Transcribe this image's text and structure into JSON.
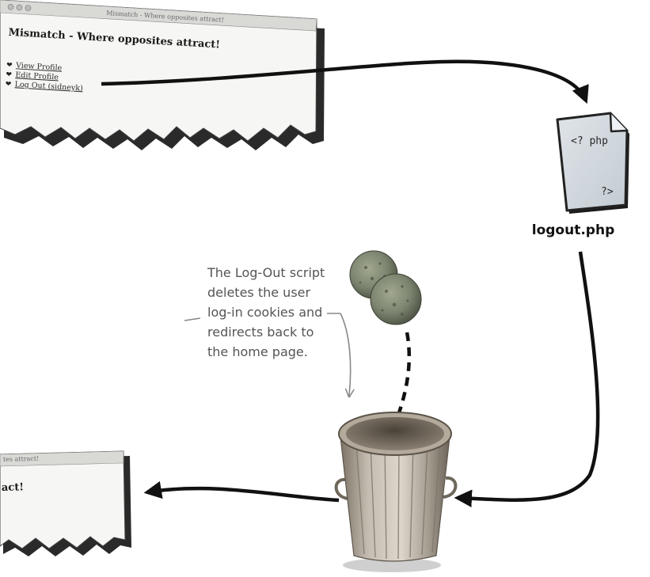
{
  "top_browser": {
    "title": "Mismatch - Where opposites attract!",
    "heading": "Mismatch - Where opposites attract!",
    "links": [
      "View Profile",
      "Edit Profile",
      "Log Out (sidneyk)"
    ]
  },
  "bottom_browser": {
    "title": "tes attract!",
    "heading": "act!"
  },
  "script_file": {
    "label": "logout.php",
    "open_tag": "<? php",
    "close_tag": "?>"
  },
  "annotation": {
    "lines": [
      "The Log-Out script",
      "deletes the user",
      "log-in cookies and",
      "redirects back to",
      "the home page."
    ]
  }
}
